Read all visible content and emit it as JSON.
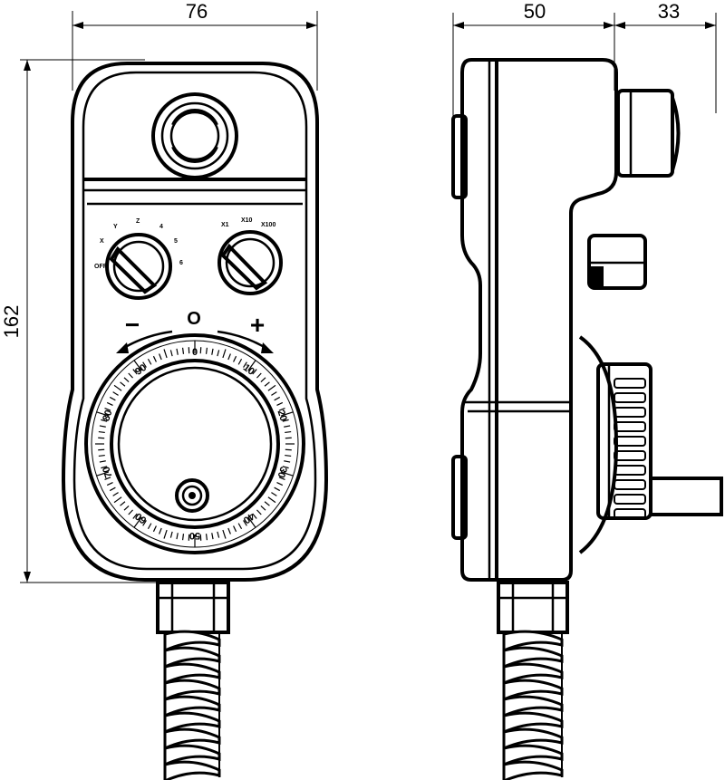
{
  "dimensions": {
    "front_width": "76",
    "front_height": "162",
    "side_depth": "50",
    "side_protrusion": "33"
  },
  "front_view": {
    "minus_symbol": "−",
    "zero_symbol": "O",
    "plus_symbol": "+",
    "handwheel_labels": [
      "0",
      "10",
      "20",
      "30",
      "40",
      "50",
      "60",
      "70",
      "80",
      "90"
    ],
    "axis_knob_labels": [
      "X",
      "Y",
      "Z",
      "4",
      "5",
      "6",
      "OFF"
    ],
    "multiplier_knob_labels": [
      "X1",
      "X10",
      "X100"
    ]
  }
}
